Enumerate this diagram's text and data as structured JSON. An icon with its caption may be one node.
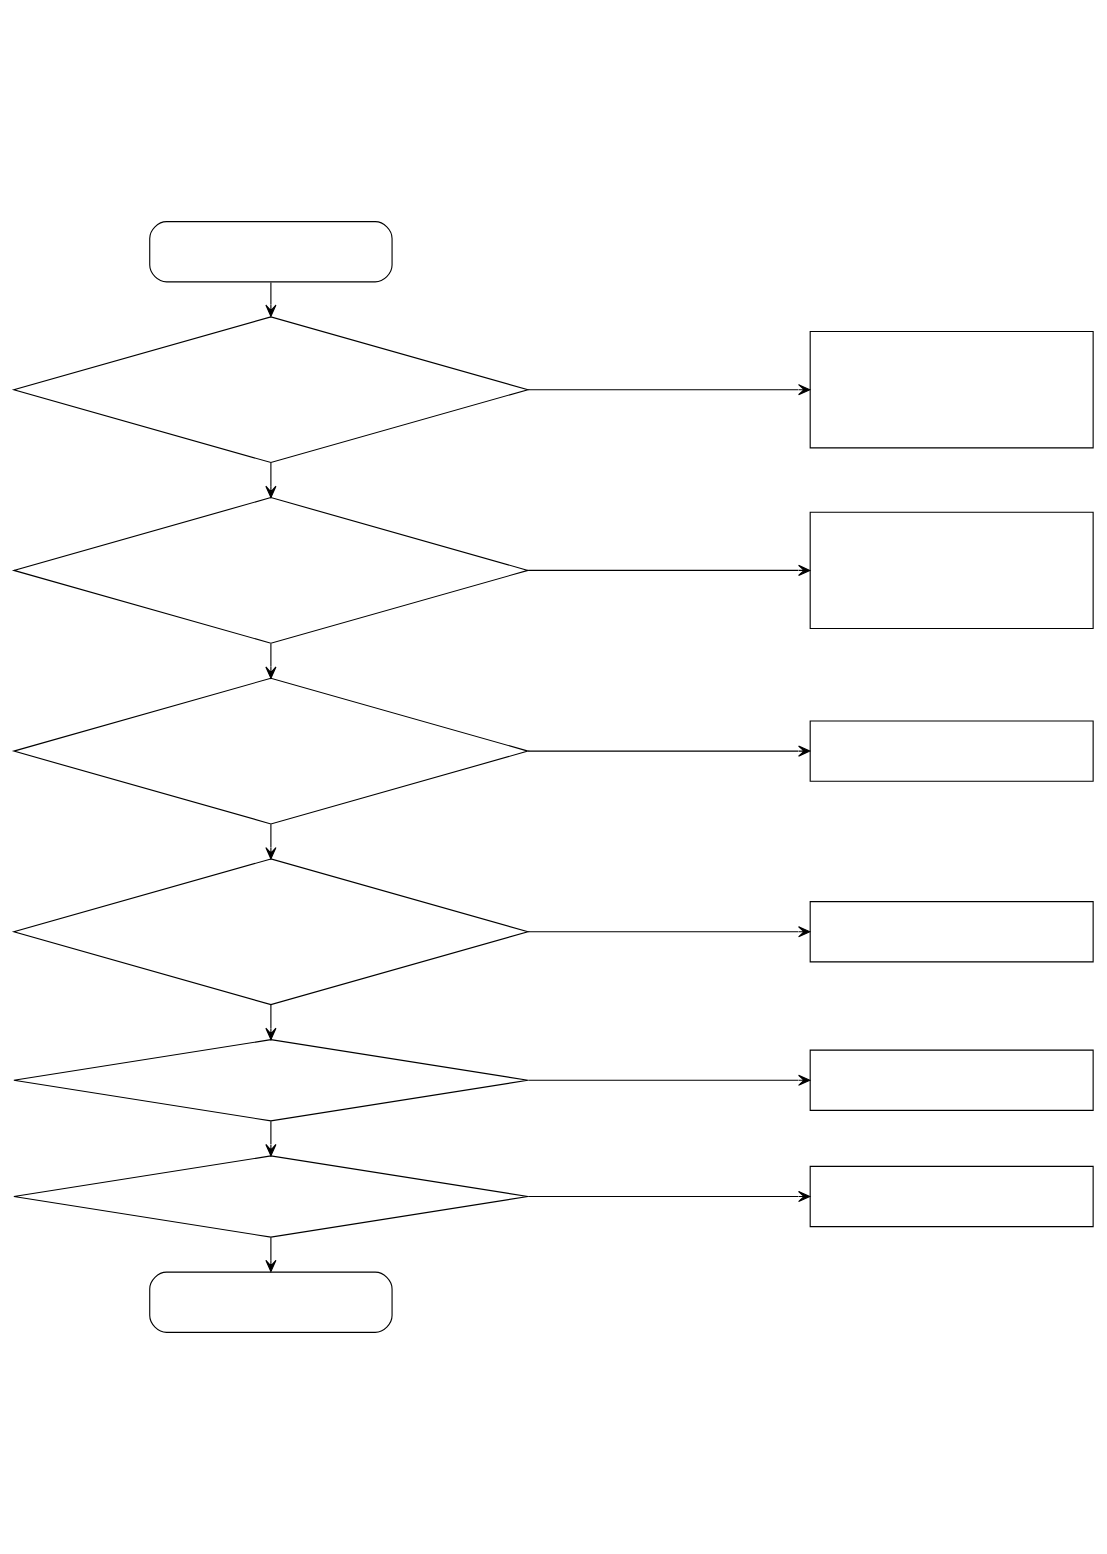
{
  "diagram": {
    "nodes": [
      {
        "text": [],
        "shape": "capsule"
      },
      {
        "text": [],
        "shape": "diamond"
      },
      {
        "text": [],
        "shape": "box"
      },
      {
        "text": [],
        "shape": "diamond"
      },
      {
        "text": [],
        "shape": "box"
      },
      {
        "text": [],
        "shape": "diamond"
      },
      {
        "text": [],
        "shape": "box"
      },
      {
        "text": [],
        "shape": "diamond"
      },
      {
        "text": [],
        "shape": "box"
      },
      {
        "text": [],
        "shape": "diamond"
      },
      {
        "text": [],
        "shape": "box"
      },
      {
        "text": [],
        "shape": "diamond"
      },
      {
        "text": [],
        "shape": "box"
      },
      {
        "text": [],
        "shape": "capsule"
      }
    ],
    "edges": [
      {
        "from": 0,
        "to": 1,
        "arrow": "to"
      },
      {
        "from": 1,
        "to": 2,
        "arrow": "to"
      },
      {
        "from": 1,
        "to": 3,
        "arrow": "to"
      },
      {
        "from": 3,
        "to": 4,
        "arrow": "to"
      },
      {
        "from": 3,
        "to": 5,
        "arrow": "to"
      },
      {
        "from": 5,
        "to": 6,
        "arrow": "to"
      },
      {
        "from": 5,
        "to": 7,
        "arrow": "to"
      },
      {
        "from": 7,
        "to": 8,
        "arrow": "to"
      },
      {
        "from": 7,
        "to": 9,
        "arrow": "to"
      },
      {
        "from": 9,
        "to": 10,
        "arrow": "to"
      },
      {
        "from": 9,
        "to": 11,
        "arrow": "to"
      },
      {
        "from": 11,
        "to": 12,
        "arrow": "to"
      },
      {
        "from": 11,
        "to": 13,
        "arrow": "to"
      }
    ]
  }
}
